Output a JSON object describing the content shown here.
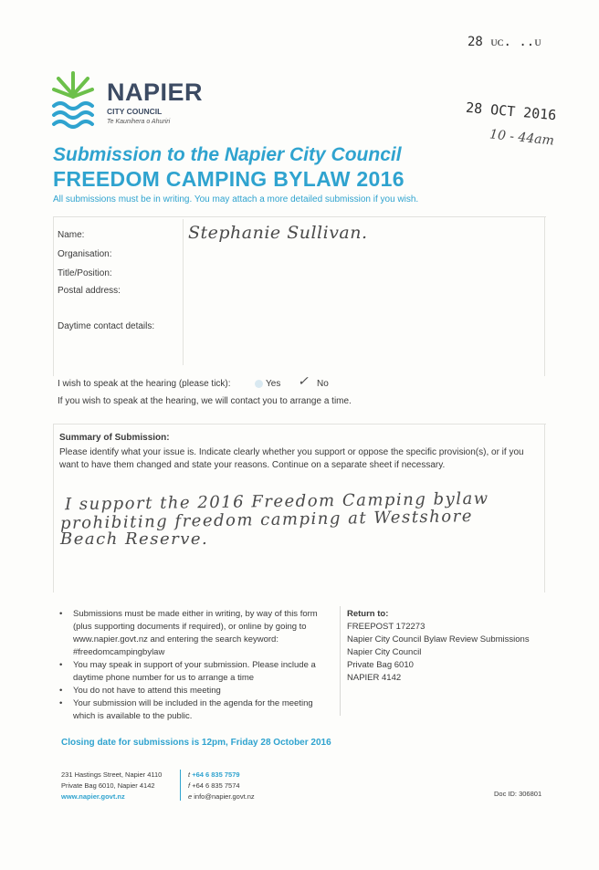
{
  "stamps": {
    "top_partial": "28 ᴜᴄ. ..ᴜ",
    "received": "28 OCT 2016",
    "time": "10 - 44am"
  },
  "logo": {
    "name": "NAPIER",
    "council": "CITY COUNCIL",
    "maori": "Te Kaunihera o Ahuriri"
  },
  "header": {
    "title_line1": "Submission to the Napier City Council",
    "title_line2": "FREEDOM CAMPING BYLAW 2016",
    "subtitle": "All submissions must be in writing. You may attach a more detailed submission if you wish."
  },
  "form": {
    "name_label": "Name:",
    "name_value": "Stephanie   Sullivan.",
    "organisation_label": "Organisation:",
    "title_label": "Title/Position:",
    "postal_label": "Postal address:",
    "daytime_label": "Daytime contact details:",
    "speak_label": "I wish to speak at the hearing (please tick):",
    "yes_label": "Yes",
    "no_label": "No",
    "no_tick": "✓",
    "speak_note": "If you wish to speak at the hearing, we will contact you to arrange a time."
  },
  "summary": {
    "heading": "Summary of Submission:",
    "instructions": "Please identify what your issue is. Indicate clearly whether you support or oppose the specific provision(s), or if you want to have them changed and state your reasons. Continue on a separate sheet if necessary.",
    "handwritten_lines": [
      "I support the 2016 Freedom Camping bylaw",
      "prohibiting freedom camping at Westshore",
      "Beach Reserve."
    ]
  },
  "info": {
    "bullets": [
      "Submissions must be made either in writing, by way of this form (plus supporting documents if required), or online by going to www.napier.govt.nz and entering the search keyword: #freedomcampingbylaw",
      "You may speak in support of your submission. Please include a daytime phone number for us to arrange a time",
      "You do not have to attend this meeting",
      "Your submission will be included in the agenda for the meeting which is available to the public."
    ],
    "return_heading": "Return to:",
    "return_lines": [
      "FREEPOST 172273",
      "Napier City Council Bylaw Review Submissions",
      "Napier City Council",
      "Private Bag 6010",
      "NAPIER 4142"
    ],
    "closing": "Closing date for submissions is 12pm, Friday 28 October 2016"
  },
  "footer": {
    "address1": "231 Hastings Street, Napier 4110",
    "address2": "Private Bag 6010, Napier 4142",
    "website": "www.napier.govt.nz",
    "phone_prefix": "t",
    "phone": "+64 6 835 7579",
    "fax_prefix": "f",
    "fax": "+64 6 835 7574",
    "email_prefix": "e",
    "email": "info@napier.govt.nz",
    "doc_id": "Doc ID: 306801"
  },
  "colors": {
    "accent": "#2fa3cf",
    "logo_green": "#6cc04a",
    "logo_teal": "#2fa3cf",
    "logo_navy": "#3c4b63"
  }
}
